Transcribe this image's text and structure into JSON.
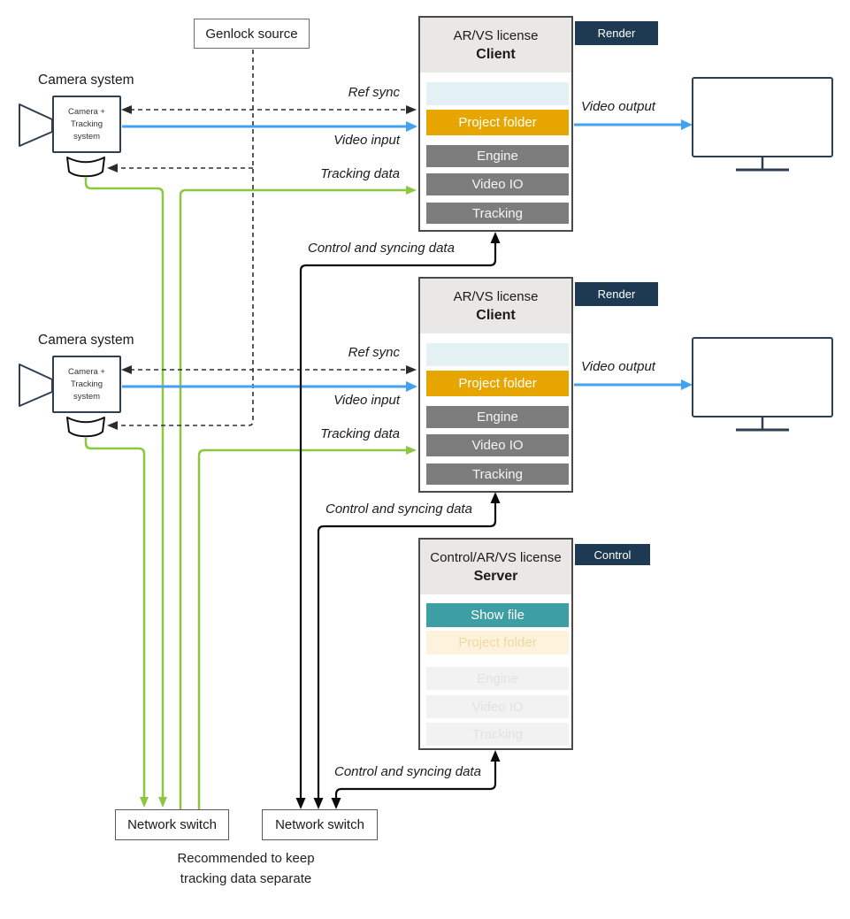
{
  "genlock": {
    "label": "Genlock source"
  },
  "camera": {
    "system_label": "Camera system",
    "unit_label": "Camera +\nTracking\nsystem"
  },
  "client": {
    "license": "AR/VS license",
    "role": "Client",
    "tag": "Render",
    "rows": {
      "project": "Project folder",
      "engine": "Engine",
      "video_io": "Video IO",
      "tracking": "Tracking"
    }
  },
  "server": {
    "license": "Control/AR/VS license",
    "role": "Server",
    "tag": "Control",
    "rows": {
      "show_file": "Show file",
      "project": "Project folder",
      "engine": "Engine",
      "video_io": "Video IO",
      "tracking": "Tracking"
    }
  },
  "flows": {
    "ref_sync": "Ref sync",
    "video_input": "Video input",
    "tracking_data": "Tracking data",
    "video_output": "Video output",
    "control_sync": "Control and syncing data"
  },
  "network": {
    "switch_label": "Network switch",
    "note": "Recommended to keep\ntracking data separate"
  },
  "colors": {
    "accent_blue": "#42a1f1",
    "accent_green": "#8dc63f",
    "navy_tag": "#1d3a52",
    "orange_row": "#e7a500",
    "teal_row": "#3d9ea4",
    "gray_row": "#7d7d7d",
    "light_blue_row": "#e3f0f4",
    "faded_cream_row": "#fdf3dc",
    "header_gray": "#e9e8e6"
  }
}
